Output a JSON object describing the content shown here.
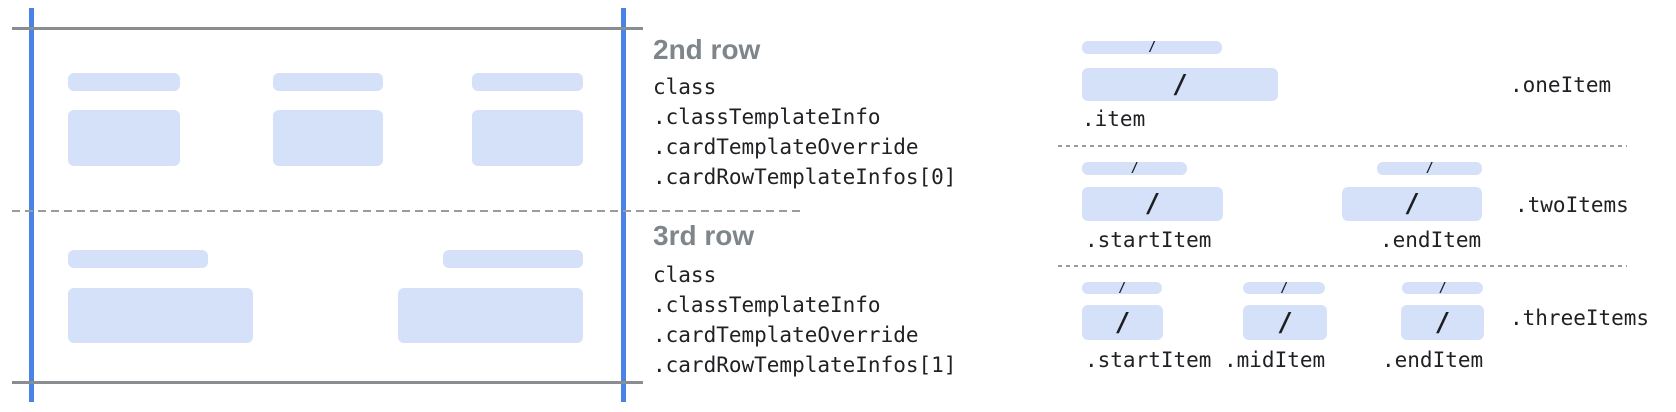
{
  "colors": {
    "guide_blue": "#4a82e8",
    "placeholder_blue": "#d4e1f9",
    "line_gray": "#8a8d90",
    "dash_gray": "#9b9b9b",
    "heading_gray": "#7e868b",
    "text_dark": "#202124"
  },
  "slash": "/",
  "row_annotations": {
    "second_row": {
      "title": "2nd row",
      "lines": [
        "class",
        ".classTemplateInfo",
        ".cardTemplateOverride",
        ".cardRowTemplateInfos[0]"
      ]
    },
    "third_row": {
      "title": "3rd row",
      "lines": [
        "class",
        ".classTemplateInfo",
        ".cardTemplateOverride",
        ".cardRowTemplateInfos[1]"
      ]
    }
  },
  "item_templates": {
    "one": {
      "variant": ".oneItem",
      "items": [
        ".item"
      ]
    },
    "two": {
      "variant": ".twoItems",
      "items": [
        ".startItem",
        ".endItem"
      ]
    },
    "three": {
      "variant": ".threeItems",
      "items": [
        ".startItem",
        ".midItem",
        ".endItem"
      ]
    }
  }
}
